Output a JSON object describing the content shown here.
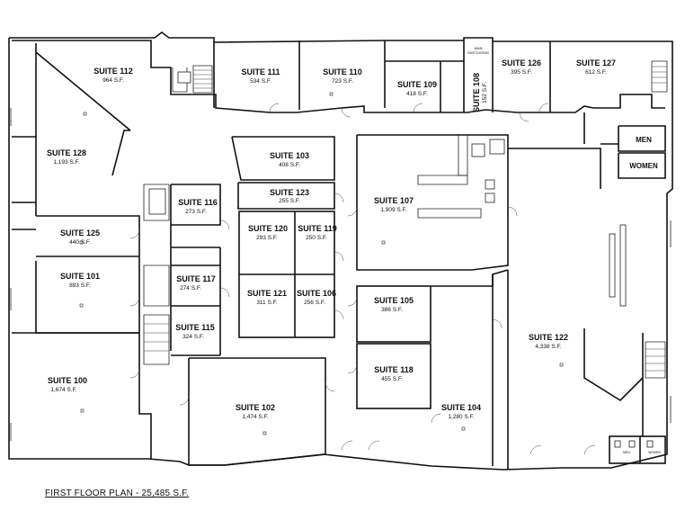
{
  "title": "FIRST FLOOR PLAN - 25,485 S.F.",
  "rooms": [
    {
      "id": "112",
      "name": "SUITE 112",
      "area": "964 S.F."
    },
    {
      "id": "111",
      "name": "SUITE 111",
      "area": "534 S.F."
    },
    {
      "id": "110",
      "name": "SUITE 110",
      "area": "723 S.F."
    },
    {
      "id": "109",
      "name": "SUITE 109",
      "area": "418 S.F."
    },
    {
      "id": "108",
      "name": "SUITE 108",
      "area": "152 S.F."
    },
    {
      "id": "126",
      "name": "SUITE 126",
      "area": "395 S.F."
    },
    {
      "id": "127",
      "name": "SUITE 127",
      "area": "612 S.F."
    },
    {
      "id": "128",
      "name": "SUITE 128",
      "area": "1,193 S.F."
    },
    {
      "id": "103",
      "name": "SUITE 103",
      "area": "408 S.F."
    },
    {
      "id": "123",
      "name": "SUITE 123",
      "area": "255 S.F."
    },
    {
      "id": "107",
      "name": "SUITE 107",
      "area": "1,909 S.F."
    },
    {
      "id": "116",
      "name": "SUITE 116",
      "area": "273 S.F."
    },
    {
      "id": "120",
      "name": "SUITE 120",
      "area": "293 S.F."
    },
    {
      "id": "119",
      "name": "SUITE 119",
      "area": "250 S.F."
    },
    {
      "id": "125",
      "name": "SUITE 125",
      "area": "440 S.F."
    },
    {
      "id": "101",
      "name": "SUITE 101",
      "area": "893 S.F."
    },
    {
      "id": "117",
      "name": "SUITE 117",
      "area": "274 S.F."
    },
    {
      "id": "121",
      "name": "SUITE 121",
      "area": "311 S.F."
    },
    {
      "id": "106",
      "name": "SUITE 106",
      "area": "256 S.F."
    },
    {
      "id": "105",
      "name": "SUITE 105",
      "area": "386 S.F."
    },
    {
      "id": "115",
      "name": "SUITE 115",
      "area": "324 S.F."
    },
    {
      "id": "122",
      "name": "SUITE 122",
      "area": "4,338 S.F."
    },
    {
      "id": "118",
      "name": "SUITE 118",
      "area": "455 S.F."
    },
    {
      "id": "100",
      "name": "SUITE 100",
      "area": "1,674 S.F."
    },
    {
      "id": "102",
      "name": "SUITE 102",
      "area": "1,474 S.F."
    },
    {
      "id": "104",
      "name": "SUITE 104",
      "area": "1,280 S.F."
    }
  ],
  "restrooms": {
    "men": "MEN",
    "women": "WOMEN"
  },
  "small_labels": {
    "main_switchgear_line1": "MAIN",
    "main_switchgear_line2": "SWITCHGEAR",
    "men_small": "MEN",
    "women_small": "WOMEN"
  }
}
